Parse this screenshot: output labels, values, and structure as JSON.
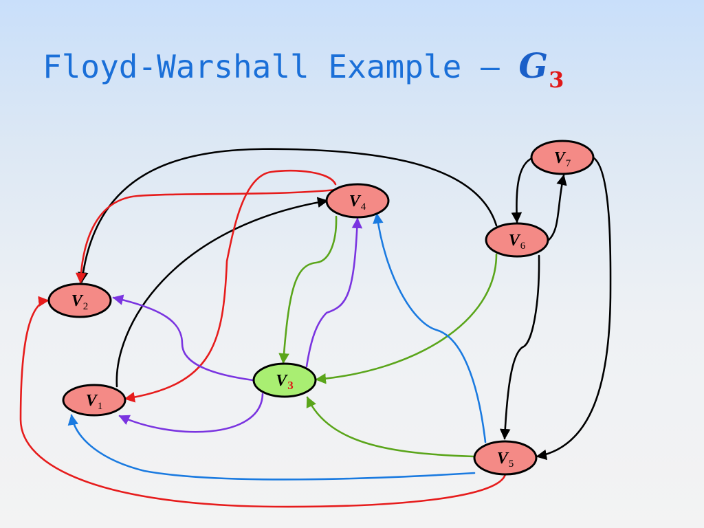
{
  "title": {
    "text": "Floyd-Warshall Example – ",
    "symbol": "G",
    "subscript": "3"
  },
  "colors": {
    "title": "#1a6fd8",
    "node_fill": "#f48a86",
    "highlight_fill": "#a9ee72",
    "subscript_highlight": "#e01818",
    "black": "#000000",
    "red": "#e61c1c",
    "purple": "#7a34e0",
    "green": "#5aa51a",
    "blue": "#1a7ae0"
  },
  "nodes": [
    {
      "id": "v1",
      "letter": "V",
      "sub": "1",
      "highlight": false
    },
    {
      "id": "v2",
      "letter": "V",
      "sub": "2",
      "highlight": false
    },
    {
      "id": "v3",
      "letter": "V",
      "sub": "3",
      "highlight": true
    },
    {
      "id": "v4",
      "letter": "V",
      "sub": "4",
      "highlight": false
    },
    {
      "id": "v5",
      "letter": "V",
      "sub": "5",
      "highlight": false
    },
    {
      "id": "v6",
      "letter": "V",
      "sub": "6",
      "highlight": false
    },
    {
      "id": "v7",
      "letter": "V",
      "sub": "7",
      "highlight": false
    }
  ],
  "edges": [
    {
      "from": "v1",
      "to": "v4",
      "color": "black"
    },
    {
      "from": "v6",
      "to": "v2",
      "color": "black"
    },
    {
      "from": "v6",
      "to": "v7",
      "color": "black"
    },
    {
      "from": "v7",
      "to": "v6",
      "color": "black"
    },
    {
      "from": "v6",
      "to": "v5",
      "color": "black"
    },
    {
      "from": "v7",
      "to": "v5",
      "color": "black"
    },
    {
      "from": "v4",
      "to": "v2",
      "color": "red"
    },
    {
      "from": "v4",
      "to": "v1",
      "color": "red"
    },
    {
      "from": "v5",
      "to": "v2",
      "color": "red"
    },
    {
      "from": "v3",
      "to": "v2",
      "color": "purple"
    },
    {
      "from": "v3",
      "to": "v1",
      "color": "purple"
    },
    {
      "from": "v3",
      "to": "v4",
      "color": "purple"
    },
    {
      "from": "v4",
      "to": "v3",
      "color": "green"
    },
    {
      "from": "v6",
      "to": "v3",
      "color": "green"
    },
    {
      "from": "v5",
      "to": "v3",
      "color": "green"
    },
    {
      "from": "v5",
      "to": "v4",
      "color": "blue"
    },
    {
      "from": "v5",
      "to": "v1",
      "color": "blue"
    }
  ]
}
